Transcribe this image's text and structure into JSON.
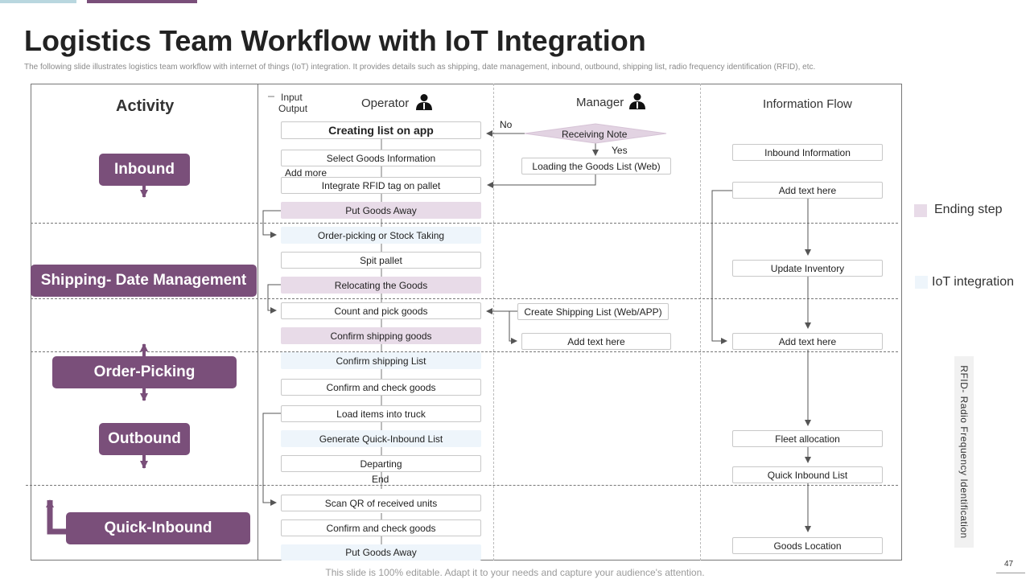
{
  "header": {
    "title": "Logistics Team Workflow with IoT Integration",
    "subtitle": "The following slide illustrates logistics team workflow with internet of things (IoT) integration. It provides details such as shipping, date management,  inbound, outbound, shipping list, radio frequency identification (RFID), etc."
  },
  "columns": {
    "activity": "Activity",
    "operator": "Operator",
    "manager": "Manager",
    "info_flow": "Information Flow"
  },
  "io_legend": {
    "input": "Input",
    "output": "Output"
  },
  "activities": [
    "Inbound",
    "Shipping- Date Management",
    "Order-Picking",
    "Outbound",
    "Quick-Inbound"
  ],
  "operator_steps": [
    "Creating list on app",
    "Select Goods Information",
    "Integrate RFID tag on pallet",
    "Put Goods Away",
    "Order-picking or Stock Taking",
    "Spit pallet",
    "Relocating the Goods",
    "Count and pick goods",
    "Confirm shipping goods",
    "Confirm shipping List",
    "Confirm and check goods",
    "Load items into truck",
    "Generate Quick-Inbound List",
    "Departing",
    "Scan QR of received units",
    "Confirm and check goods",
    "Put Goods Away"
  ],
  "operator_notes": {
    "add_more": "Add more",
    "end": "End"
  },
  "manager": {
    "receiving_note": "Receiving Note",
    "no": "No",
    "yes": "Yes",
    "loading_list": "Loading the Goods List (Web)",
    "shipping_list": "Create Shipping List (Web/APP)",
    "add_text": "Add text here"
  },
  "info_flow": [
    "Inbound Information",
    "Add text here",
    "Update Inventory",
    "Add text here",
    "Fleet allocation",
    "Quick Inbound List",
    "Goods Location"
  ],
  "legend": {
    "ending": "Ending step",
    "iot": "IoT integration",
    "ending_color": "#e8dbe8",
    "iot_color": "#eef5fb"
  },
  "rfid_note": "RFID- Radio Frequency Identification",
  "footer": "This slide is 100% editable. Adapt it to your needs and capture your audience's attention.",
  "page_number": "47",
  "colors": {
    "accent": "#7a4f7a",
    "topbar_light": "#b9d7df"
  }
}
